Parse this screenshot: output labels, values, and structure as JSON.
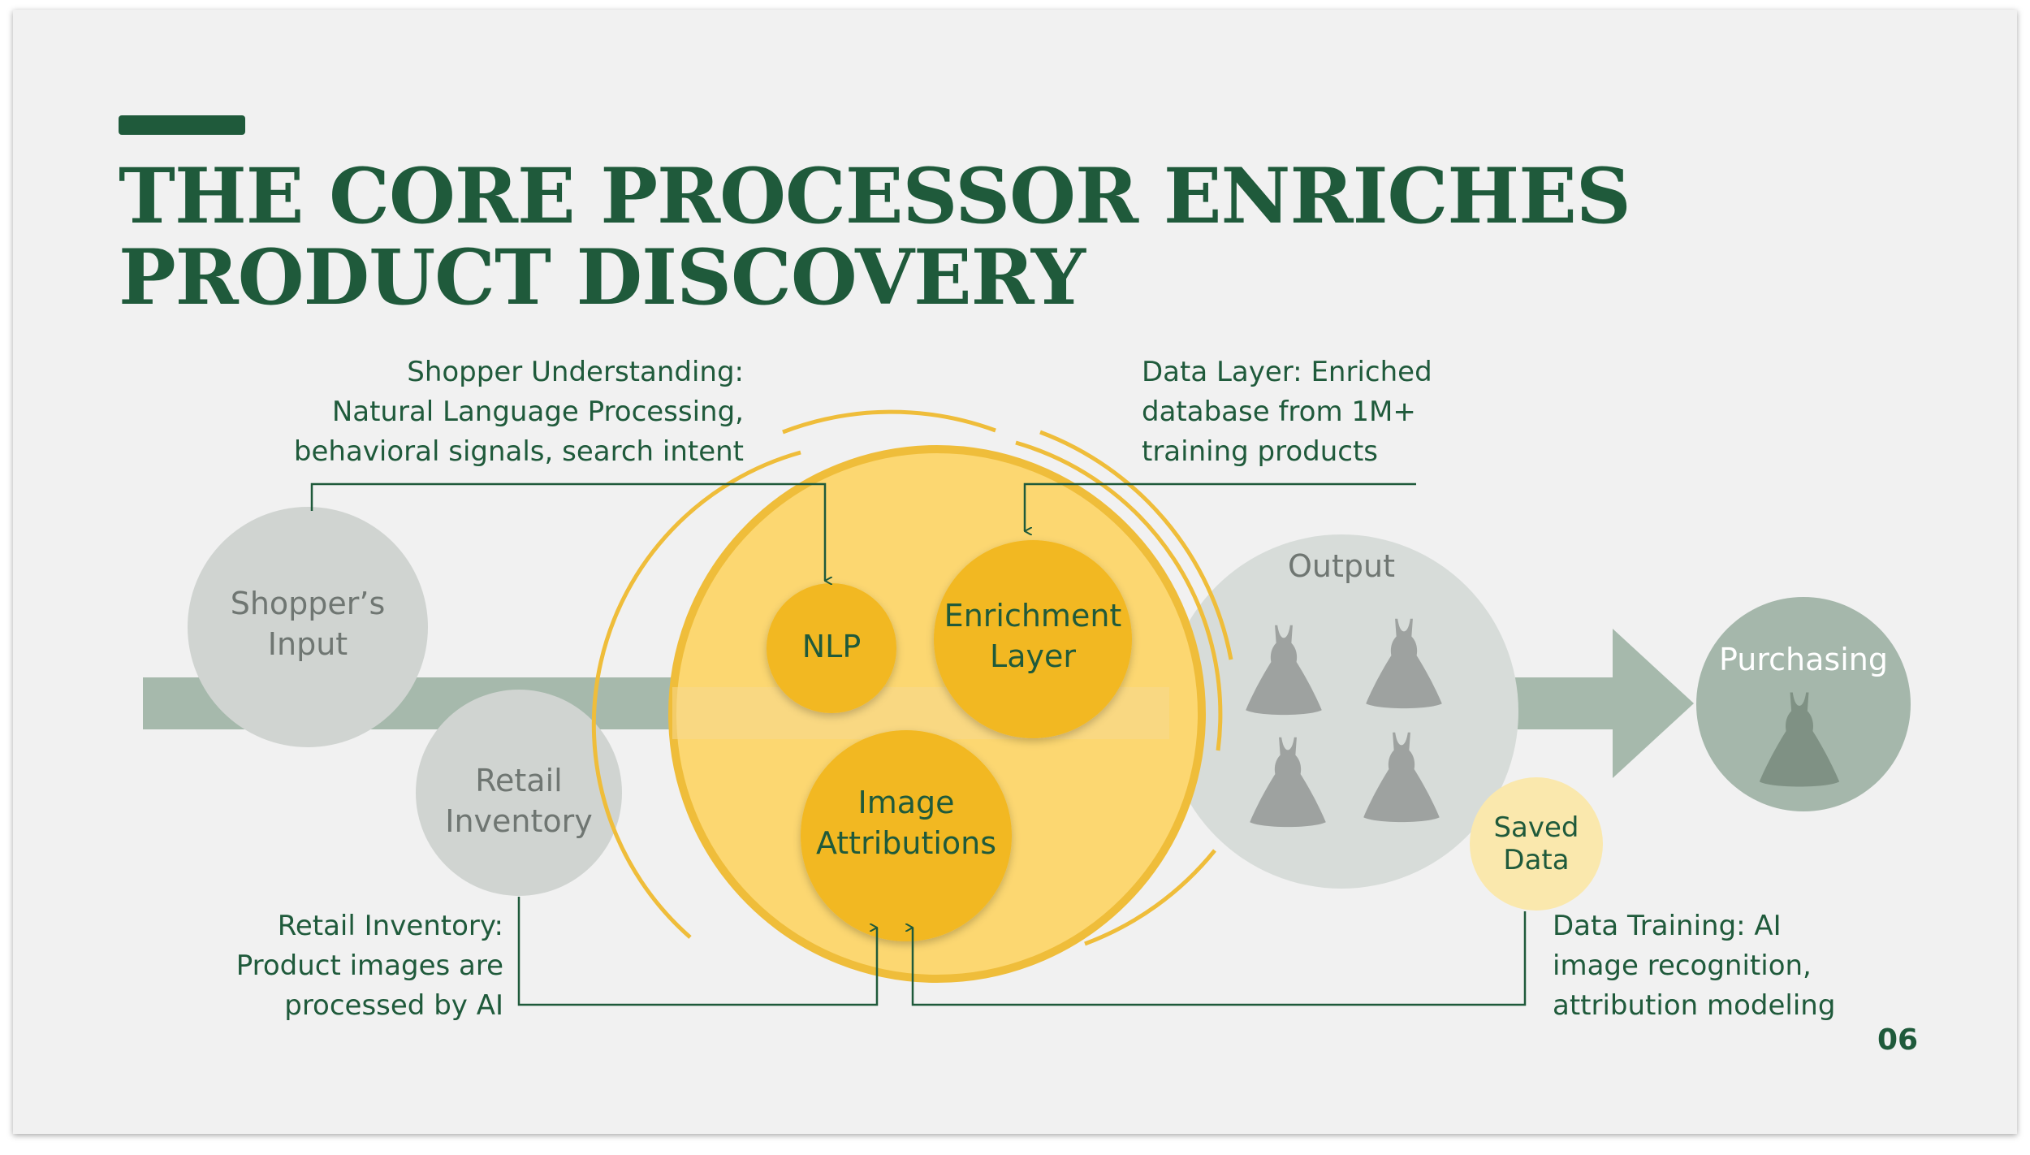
{
  "slide": {
    "title_lines": [
      "THE CORE PROCESSOR ENRICHES",
      "PRODUCT DISCOVERY"
    ],
    "page_number": "06"
  },
  "annotations": {
    "shopper_understanding": [
      "Shopper Understanding:",
      "Natural Language Processing,",
      "behavioral signals, search intent"
    ],
    "data_layer": [
      "Data Layer: Enriched",
      "database from 1M+",
      "training products"
    ],
    "retail_inventory": [
      "Retail Inventory:",
      "Product images are",
      "processed by AI"
    ],
    "data_training": [
      "Data Training: AI",
      "image recognition,",
      "attribution modeling"
    ]
  },
  "nodes": {
    "shoppers_input": [
      "Shopper’s",
      "Input"
    ],
    "retail_inventory": [
      "Retail",
      "Inventory"
    ],
    "nlp": [
      "NLP"
    ],
    "enrichment_layer": [
      "Enrichment",
      "Layer"
    ],
    "image_attributions": [
      "Image",
      "Attributions"
    ],
    "output": [
      "Output"
    ],
    "saved_data": [
      "Saved",
      "Data"
    ],
    "purchasing": [
      "Purchasing"
    ]
  },
  "colors": {
    "title_green": "#1f5a3b",
    "flow_arrow": "#a6b9ac",
    "grey_node": "#d0d4d1",
    "output_node": "#d7dcd9",
    "purchasing_node": "#a5b7ab",
    "core_yellow": "#fcd771",
    "core_ring": "#efbd3a",
    "inner_yellow": "#f2b823",
    "saved_data": "#fae8ad",
    "dress_grey": "#9ea2a0",
    "dress_purchase": "#7f9184"
  },
  "icons": [
    "dress-icon"
  ]
}
